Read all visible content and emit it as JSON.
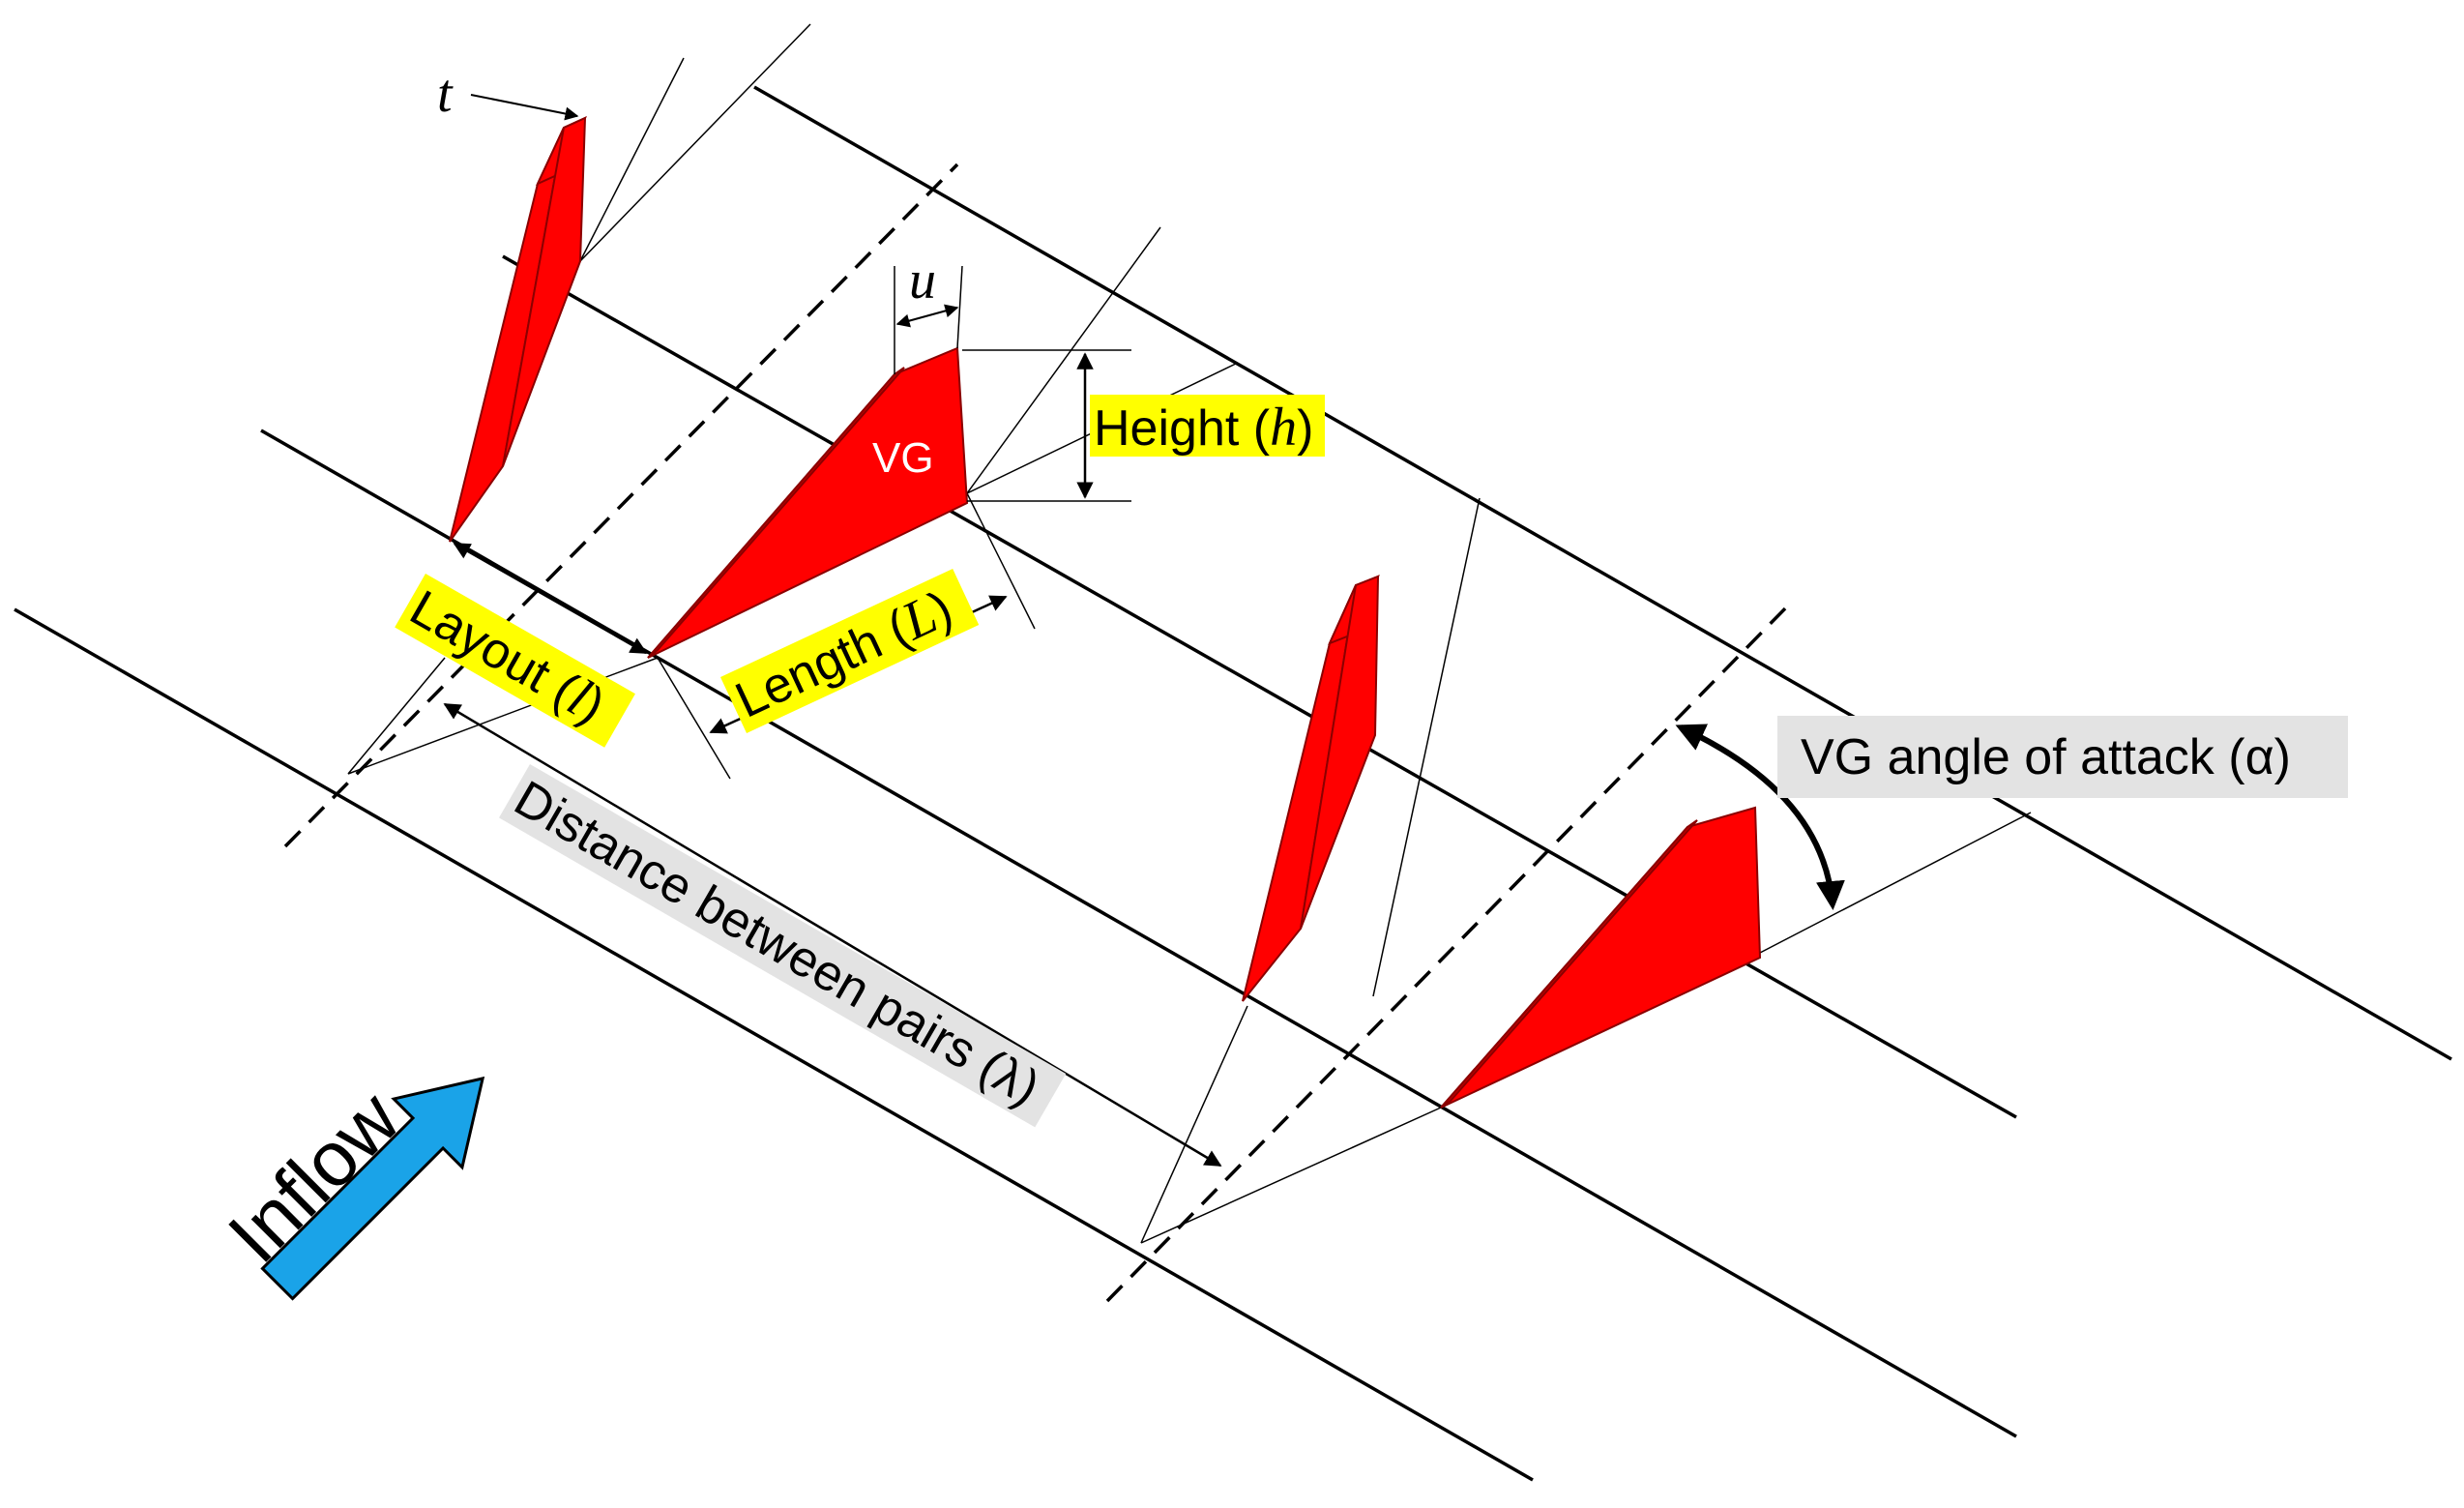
{
  "labels": {
    "t": "t",
    "u": "u",
    "vg": "VG",
    "height": "Height (",
    "height_sym": "h",
    "height_close": ")",
    "layout": "Layout (",
    "layout_sym": "l",
    "layout_close": ")",
    "length": "Length (",
    "length_sym": "L",
    "length_close": ")",
    "distance": "Distance between pairs (λ)",
    "angle": "VG angle of attack (α)",
    "inflow": "Inflow"
  },
  "colors": {
    "vane": "#ff0000",
    "vane_edge": "#8b0000",
    "highlight": "#ffff00",
    "grey_box": "#e3e3e3",
    "arrow": "#1aa3e8",
    "line": "#000000"
  }
}
